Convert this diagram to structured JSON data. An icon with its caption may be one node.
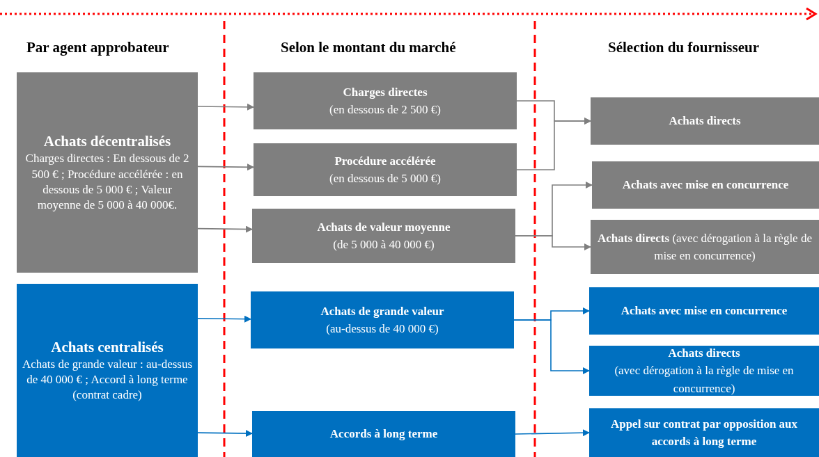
{
  "diagram": {
    "nodes": [
      {
        "text": [
          "Achats décentralisés",
          "Charges directes : En dessous de 2 500 € ; Procédure accélérée : en dessous de 5 000 € ; Valeur moyenne de 5 000 à 40 000€."
        ]
      },
      {
        "text": [
          "Charges directes",
          "(en dessous de 2 500 €)"
        ]
      },
      {
        "text": [
          "Procédure accélérée",
          "(en dessous de 5 000 €)"
        ]
      },
      {
        "text": [
          "Achats de valeur moyenne",
          "(de 5 000 à 40 000 €)"
        ]
      },
      {
        "text": [
          "Achats directs"
        ]
      },
      {
        "text": [
          "Achats avec mise en concurrence"
        ]
      },
      {
        "text": [
          "**Achats directs** (avec dérogation à la règle de mise en concurrence)"
        ]
      },
      {
        "text": [
          "Achats centralisés",
          "Achats de grande valeur : au-dessus de 40 000 € ; Accord à long terme (contrat cadre)"
        ]
      },
      {
        "text": [
          "Achats de grande valeur",
          "(au-dessus de 40 000 €)"
        ]
      },
      {
        "text": [
          "Accords à long terme"
        ]
      },
      {
        "text": [
          "Achats avec mise en concurrence"
        ]
      },
      {
        "text": [
          "Achats directs",
          "(avec dérogation à la règle de mise en concurrence)"
        ]
      },
      {
        "text": [
          "Appel sur contrat par opposition aux accords à long terme"
        ]
      }
    ],
    "edges": [
      {
        "from": 0,
        "to": 1,
        "arrow": "to"
      },
      {
        "from": 0,
        "to": 2,
        "arrow": "to"
      },
      {
        "from": 0,
        "to": 3,
        "arrow": "to"
      },
      {
        "from": 1,
        "to": 4,
        "arrow": "to"
      },
      {
        "from": 2,
        "to": 4,
        "arrow": "to"
      },
      {
        "from": 3,
        "to": 5,
        "arrow": "to"
      },
      {
        "from": 3,
        "to": 6,
        "arrow": "to"
      },
      {
        "from": 7,
        "to": 8,
        "arrow": "to",
        "color": "#0070c0"
      },
      {
        "from": 7,
        "to": 9,
        "arrow": "to",
        "color": "#0070c0"
      },
      {
        "from": 8,
        "to": 10,
        "arrow": "to",
        "color": "#0070c0"
      },
      {
        "from": 8,
        "to": 11,
        "arrow": "to",
        "color": "#0070c0"
      },
      {
        "from": 9,
        "to": 12,
        "arrow": "to",
        "color": "#0070c0"
      }
    ],
    "labels": [
      "Par agent approbateur",
      "Selon le montant du marché",
      "Sélection du fournisseur"
    ]
  }
}
